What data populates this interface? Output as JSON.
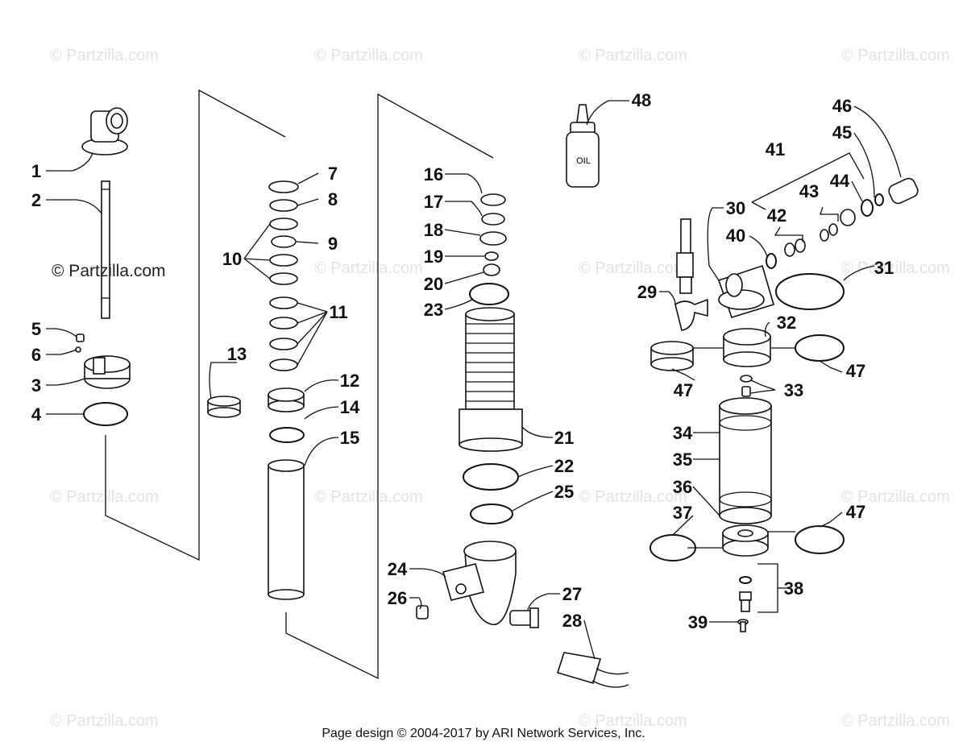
{
  "watermark": {
    "text": "© Partzilla.com",
    "instances": 14
  },
  "watermark_dark": "© Partzilla.com",
  "bottle_label": "OIL",
  "footer": "Page design © 2004-2017 by ARI Network Services, Inc.",
  "callouts": [
    "1",
    "2",
    "3",
    "4",
    "5",
    "6",
    "7",
    "8",
    "9",
    "10",
    "11",
    "12",
    "13",
    "14",
    "15",
    "16",
    "17",
    "18",
    "19",
    "20",
    "21",
    "22",
    "23",
    "24",
    "25",
    "26",
    "27",
    "28",
    "29",
    "30",
    "31",
    "32",
    "33",
    "34",
    "35",
    "36",
    "37",
    "38",
    "39",
    "40",
    "41",
    "42",
    "43",
    "44",
    "45",
    "46",
    "47",
    "47",
    "47"
  ]
}
